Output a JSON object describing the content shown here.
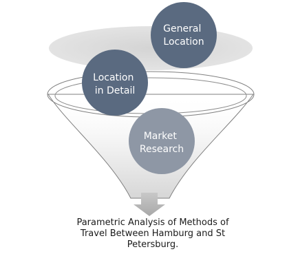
{
  "funnel": {
    "circles": [
      {
        "id": "general-location",
        "lines": [
          "General",
          "Location"
        ],
        "color": "#5a6a80"
      },
      {
        "id": "location-in-detail",
        "lines": [
          "Location",
          "in Detail"
        ],
        "color": "#5a6a80"
      },
      {
        "id": "market-research",
        "lines": [
          "Market",
          "Research"
        ],
        "color": "#8e97a5"
      }
    ],
    "output_label": "Parametric Analysis of Methods of Travel Between Hamburg and St Petersburg."
  }
}
